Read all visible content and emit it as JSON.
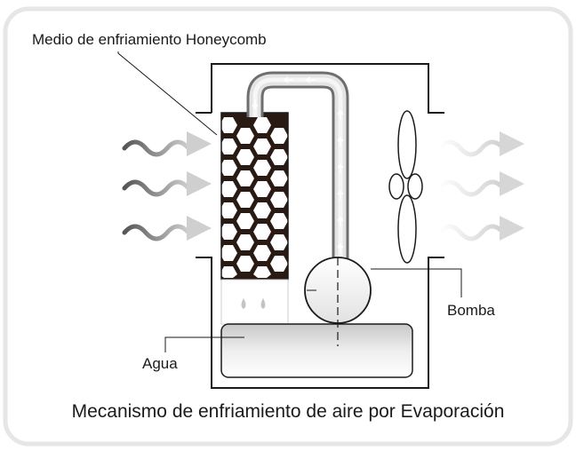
{
  "labels": {
    "honeycomb": "Medio de enfriamiento Honeycomb",
    "pump": "Bomba",
    "water": "Agua"
  },
  "caption": "Mecanismo de enfriamiento de aire por Evaporación",
  "colors": {
    "outline": "#1a1a1a",
    "honeycomb_cells": "#2a1a14",
    "pipe": "#8e8e8e",
    "frame_border": "#e6e6e6"
  },
  "icons": {
    "incoming_air": "wavy-arrow-icon",
    "outgoing_air": "faded-wavy-arrow-icon",
    "fan": "fan-icon",
    "drops": "water-drop-icon"
  }
}
